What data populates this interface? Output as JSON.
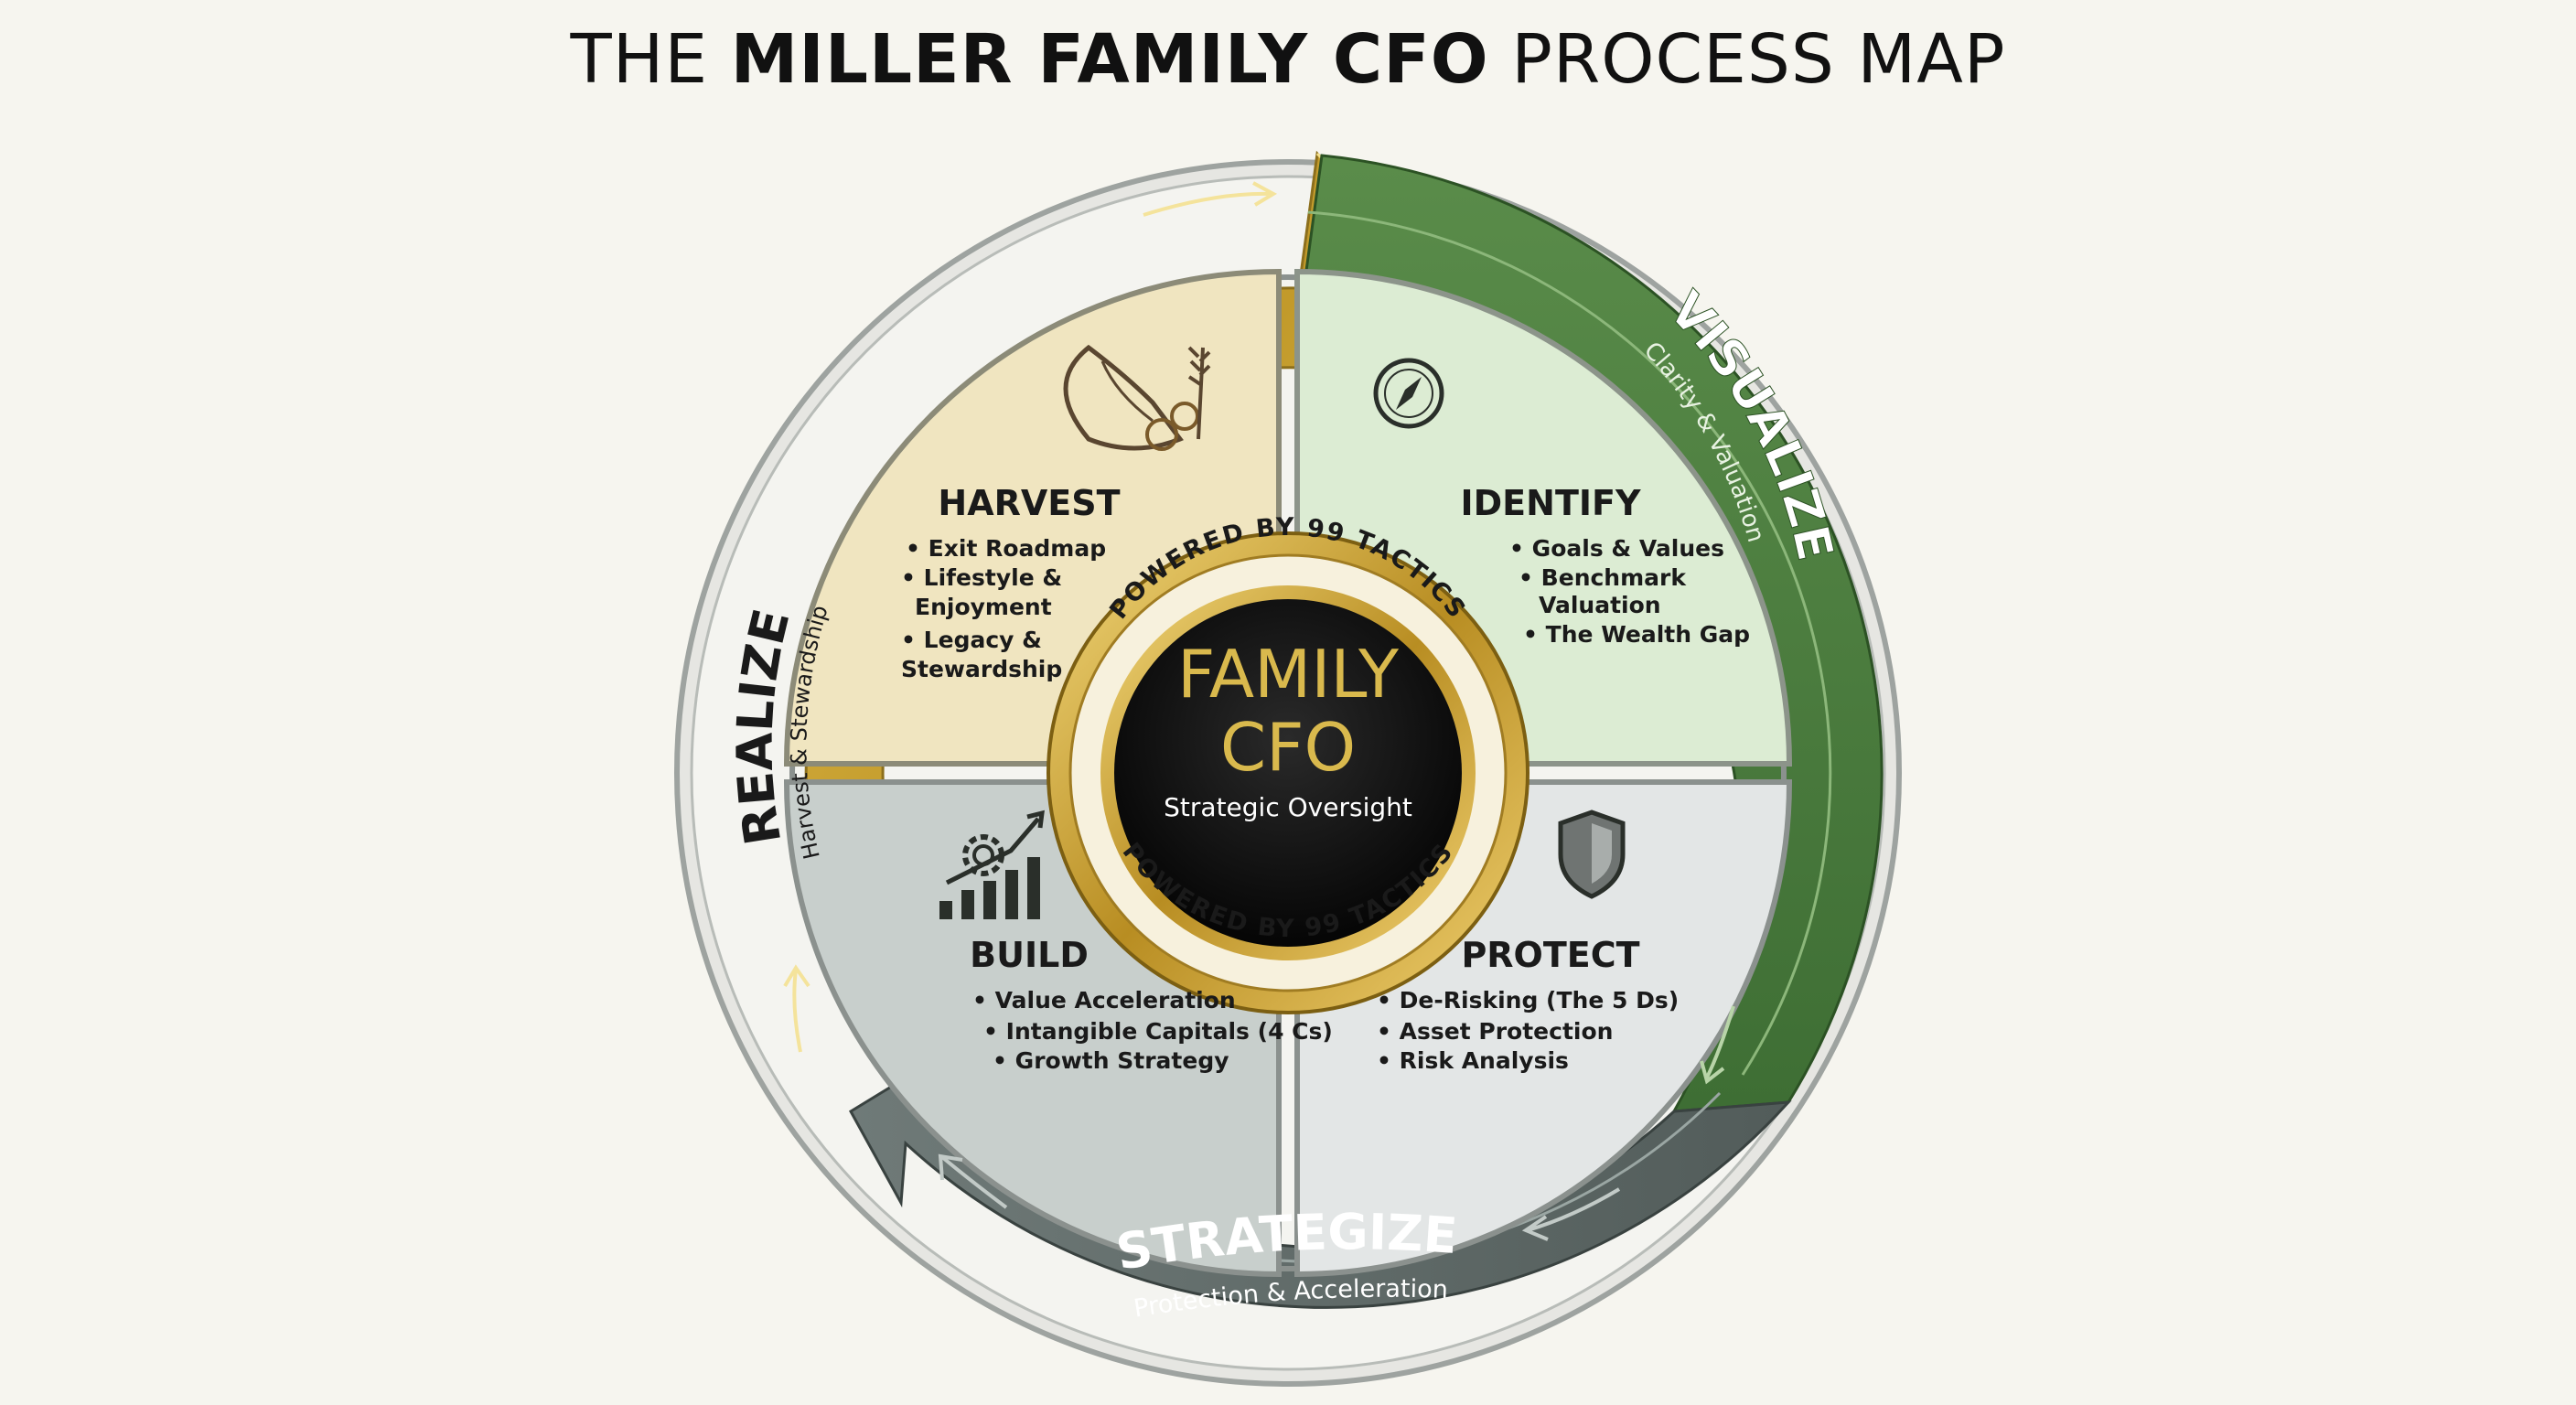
{
  "title": {
    "prefix": "THE ",
    "emphasis": "MILLER FAMILY CFO",
    "suffix": " PROCESS MAP"
  },
  "center": {
    "line1": "FAMILY",
    "line2": "CFO",
    "subtitle": "Strategic Oversight",
    "ring_text_top": "POWERED BY 99 TACTICS",
    "ring_text_bottom": "POWERED BY 99 TACTICS"
  },
  "quadrants": {
    "harvest": {
      "title": "HARVEST",
      "bullets": [
        "• Exit Roadmap",
        "• Lifestyle &",
        "Enjoyment",
        "• Legacy &",
        "Stewardship"
      ],
      "icon": "cornucopia-icon"
    },
    "identify": {
      "title": "IDENTIFY",
      "bullets": [
        "• Goals & Values",
        "• Benchmark",
        "Valuation",
        "• The Wealth Gap"
      ],
      "icon": "compass-icon"
    },
    "build": {
      "title": "BUILD",
      "bullets": [
        "• Value Acceleration",
        "• Intangible Capitals (4 Cs)",
        "• Growth Strategy"
      ],
      "icon": "gear-growth-chart-icon"
    },
    "protect": {
      "title": "PROTECT",
      "bullets": [
        "• De-Risking (The 5 Ds)",
        "• Asset Protection",
        "• Risk Analysis"
      ],
      "icon": "shield-icon"
    }
  },
  "arcs": {
    "visualize": {
      "label": "VISUALIZE",
      "sub": "Clarity & Valuation"
    },
    "strategize": {
      "label": "STRATEGIZE",
      "sub": "Protection & Acceleration"
    },
    "realize": {
      "label": "REALIZE",
      "sub": "Harvest & Stewardship"
    }
  },
  "colors": {
    "gold": "#c9a431",
    "green": "#4e7f3f",
    "slate": "#5f6a68",
    "harvest_bg": "#f1e6c2",
    "identify_bg": "#dcedd4",
    "build_bg": "#c9cfcd",
    "protect_bg": "#e2e6e6",
    "center_bg": "#0e0e0e"
  }
}
